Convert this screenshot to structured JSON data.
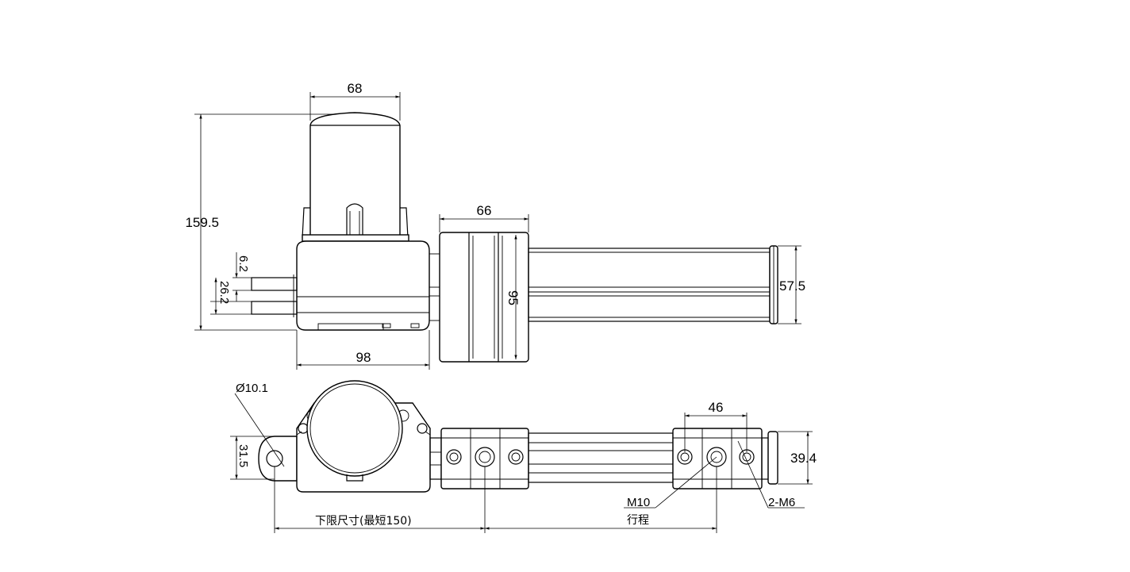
{
  "dimensions": {
    "top_width": "68",
    "height_total": "159.5",
    "small_a": "6.2",
    "small_b": "26.2",
    "base_width": "98",
    "clamp_width": "66",
    "clamp_height": "95",
    "end_height": "57.5",
    "hole_dia": "Ø10.1",
    "side_height": "31.5",
    "hole_spacing": "46",
    "end_bottom_height": "39.4"
  },
  "callouts": {
    "thread_main": "M10",
    "stroke": "行程",
    "thread_side": "2-M6",
    "min_length": "下限尺寸(最短150)"
  }
}
